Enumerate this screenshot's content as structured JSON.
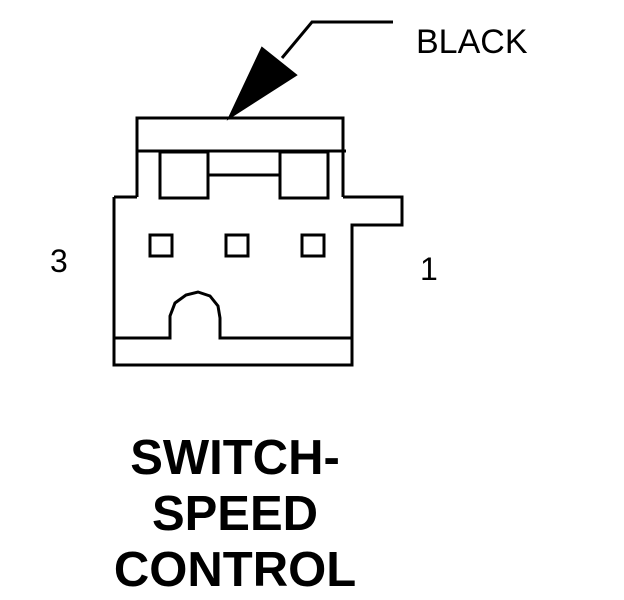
{
  "diagram": {
    "wire_color_label": "BLACK",
    "pin_left_label": "3",
    "pin_right_label": "1",
    "title_lines": [
      "SWITCH-",
      "SPEED",
      "CONTROL"
    ],
    "pin_count": 3,
    "stroke_color": "#000000",
    "background_color": "#ffffff"
  }
}
